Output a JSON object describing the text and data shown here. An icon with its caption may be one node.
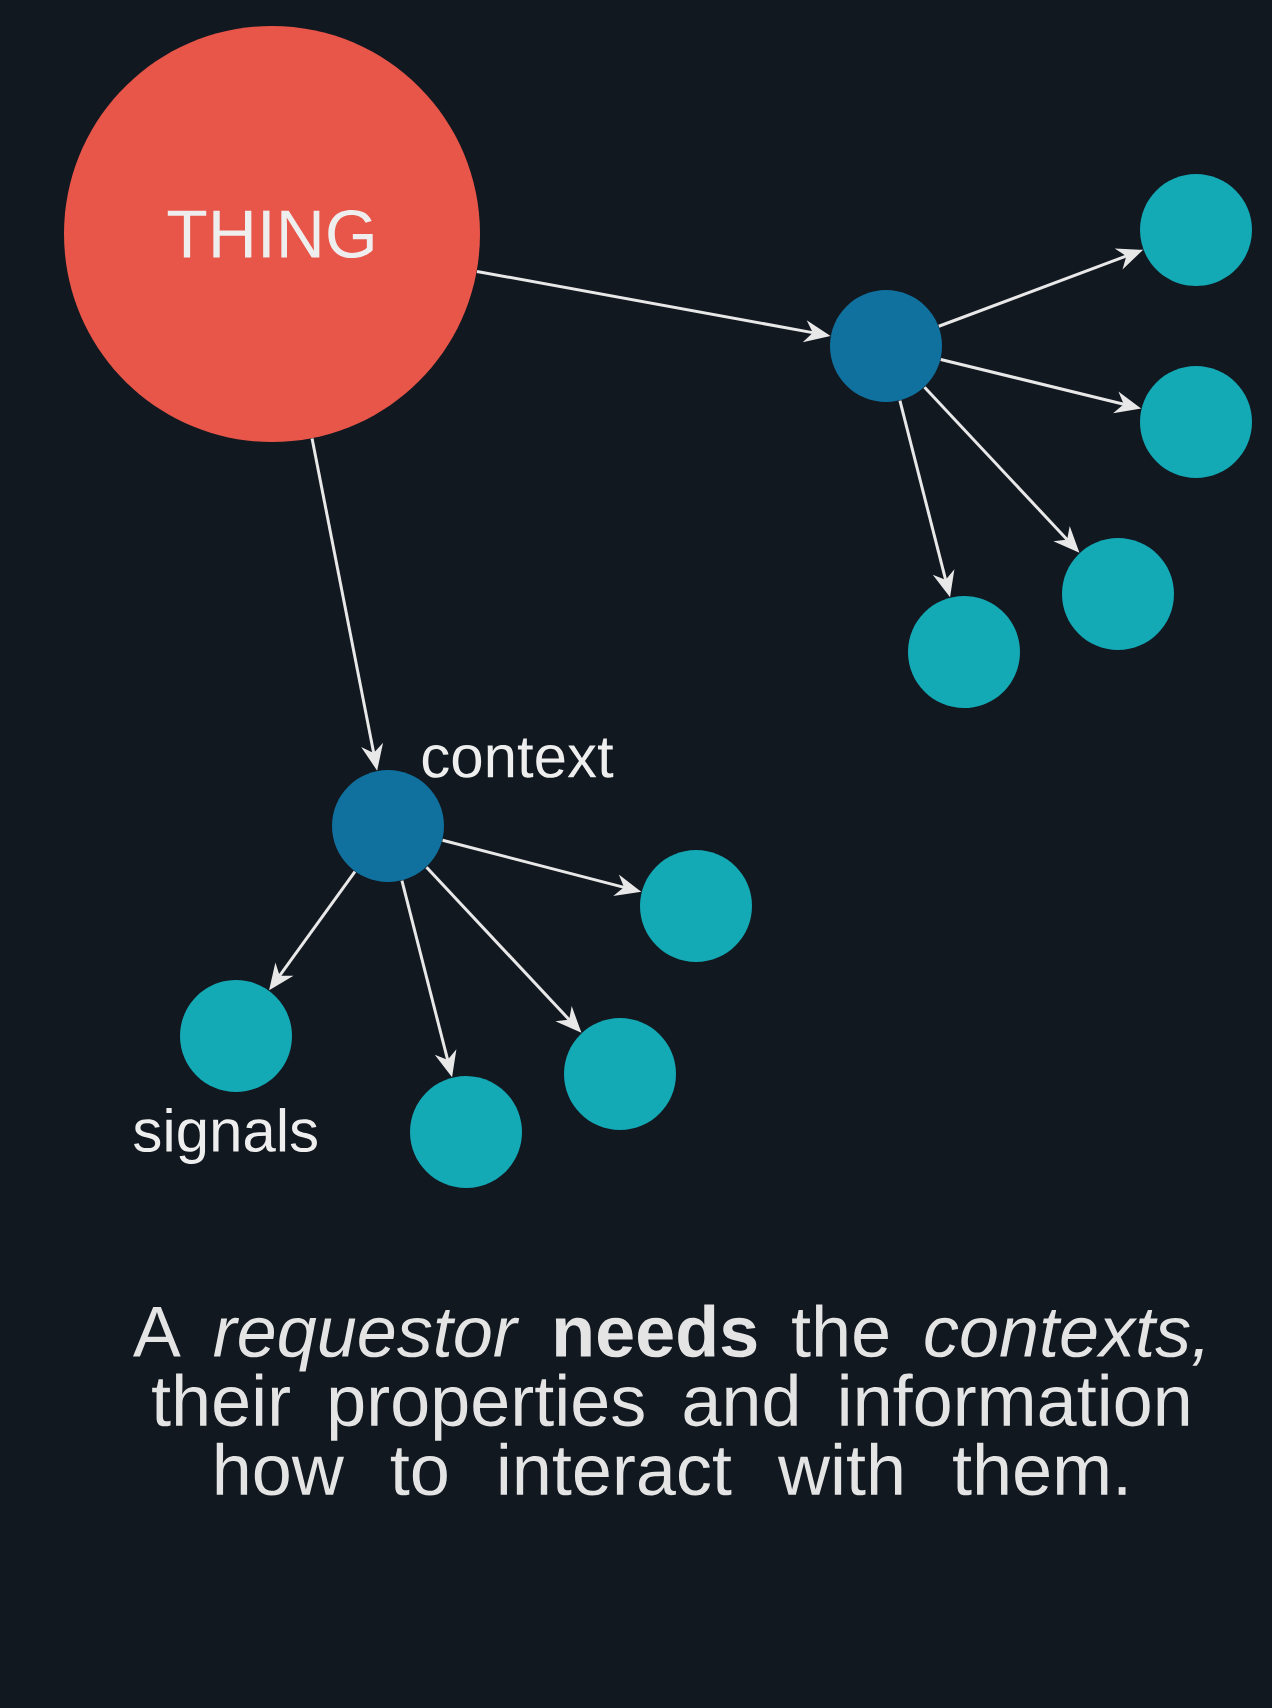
{
  "diagram": {
    "caption": "A *requestor* **needs** the *contexts,* their properties and information how to interact with them.",
    "nodes": [
      {
        "text": [
          "THING"
        ]
      },
      {
        "text": [],
        "shape": "circle"
      },
      {
        "text": [],
        "shape": "circle"
      },
      {
        "text": [],
        "shape": "circle"
      },
      {
        "text": [],
        "shape": "circle"
      },
      {
        "text": [],
        "shape": "circle"
      },
      {
        "text": [],
        "shape": "circle",
        "beside": [
          "context"
        ]
      },
      {
        "text": [],
        "shape": "circle"
      },
      {
        "text": [],
        "shape": "circle"
      },
      {
        "text": [],
        "shape": "circle"
      },
      {
        "text": [],
        "shape": "circle"
      }
    ],
    "edges": [
      {
        "from": 0,
        "to": 1,
        "arrow": "to"
      },
      {
        "from": 1,
        "to": 2,
        "arrow": "to"
      },
      {
        "from": 1,
        "to": 3,
        "arrow": "to"
      },
      {
        "from": 1,
        "to": 4,
        "arrow": "to"
      },
      {
        "from": 1,
        "to": 5,
        "arrow": "to"
      },
      {
        "from": 0,
        "to": 6,
        "arrow": "to"
      },
      {
        "from": 6,
        "to": 7,
        "arrow": "to"
      },
      {
        "from": 6,
        "to": 8,
        "arrow": "to"
      },
      {
        "from": 6,
        "to": 9,
        "arrow": "to"
      },
      {
        "from": 6,
        "to": 10,
        "arrow": "to"
      }
    ],
    "labels": [
      "signals"
    ]
  }
}
